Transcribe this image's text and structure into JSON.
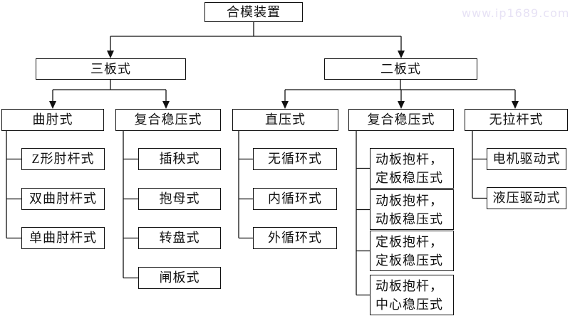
{
  "watermark": "www.ip1689.com",
  "tree": {
    "root": "合模装置",
    "three_plate": {
      "label": "三板式",
      "toggle": {
        "label": "曲肘式",
        "children": [
          "Z形肘杆式",
          "双曲肘杆式",
          "单曲肘杆式"
        ]
      },
      "composite": {
        "label": "复合稳压式",
        "children": [
          "插秧式",
          "抱母式",
          "转盘式",
          "闸板式"
        ]
      }
    },
    "two_plate": {
      "label": "二板式",
      "direct": {
        "label": "直压式",
        "children": [
          "无循环式",
          "内循环式",
          "外循环式"
        ]
      },
      "composite": {
        "label": "复合稳压式",
        "children": [
          "动板抱杆，\n定板稳压式",
          "动板抱杆，\n动板稳压式",
          "定板抱杆，\n定板稳压式",
          "动板抱杆，\n中心稳压式"
        ]
      },
      "tiebarless": {
        "label": "无拉杆式",
        "children": [
          "电机驱动式",
          "液压驱动式"
        ]
      }
    }
  },
  "colors": {
    "line": "#111111",
    "watermark": "#e7e2f5",
    "background": "#ffffff"
  }
}
